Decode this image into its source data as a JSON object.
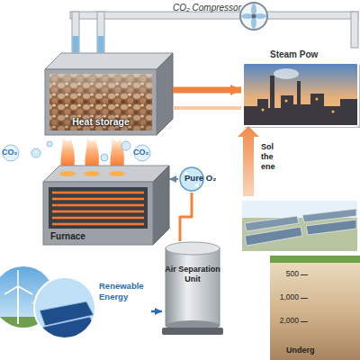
{
  "diagram": {
    "nodes": [
      {
        "text": [
          "Heat storage"
        ]
      },
      {
        "text": [
          "Steam Pow"
        ]
      },
      {
        "text": [
          "Furnace"
        ]
      },
      {
        "text": [
          "Pure O₂"
        ]
      },
      {
        "text": [
          "Air Separation Unit"
        ]
      },
      {
        "text": [
          "Renewable Energy"
        ]
      }
    ],
    "edges": [
      {
        "from": 0,
        "to": 1,
        "arrow": "to"
      },
      {
        "from": 0,
        "to": 1,
        "arrow": "none"
      },
      {
        "from": 4,
        "to": 3,
        "arrow": "none"
      },
      {
        "from": 3,
        "to": 2,
        "arrow": "to"
      },
      {
        "from": 5,
        "to": 4,
        "arrow": "to"
      }
    ],
    "labels": [
      "CO₂ Compressor",
      "CO₂",
      "CO₂",
      "Sol the ene",
      "500",
      "1,000",
      "2,000",
      "Underg"
    ]
  }
}
